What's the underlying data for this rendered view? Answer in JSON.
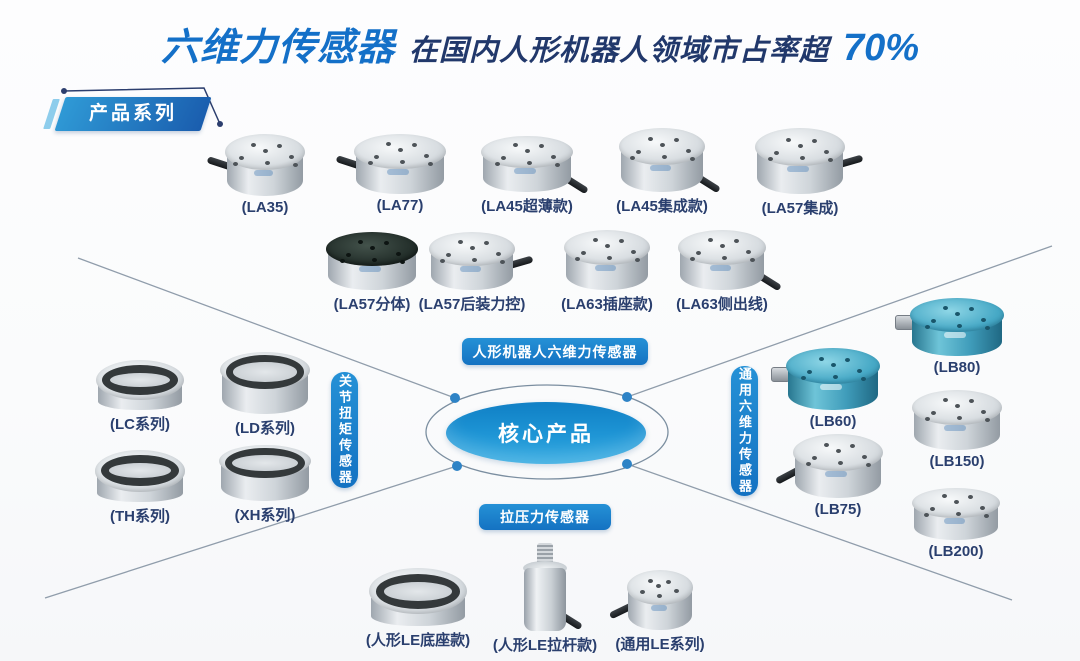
{
  "title": {
    "highlight": "六维力传感器",
    "rest": "在国内人形机器人领域市占率超",
    "percent": "70%"
  },
  "badge": "产品系列",
  "center": {
    "core": "核心产品"
  },
  "pills": {
    "humanoid": "人形机器人六维力传感器",
    "joint": "关节扭矩传感器",
    "general": "通用六维力传感器",
    "tension": "拉压力传感器"
  },
  "products": {
    "humanoid_row1": [
      "(LA35)",
      "(LA77)",
      "(LA45超薄款)",
      "(LA45集成款)",
      "(LA57集成)"
    ],
    "humanoid_row2": [
      "(LA57分体)",
      "(LA57后装力控)",
      "(LA63插座款)",
      "(LA63侧出线)"
    ],
    "joint": [
      "(LC系列)",
      "(LD系列)",
      "(TH系列)",
      "(XH系列)"
    ],
    "general": [
      "(LB60)",
      "(LB75)",
      "(LB80)",
      "(LB150)",
      "(LB200)"
    ],
    "tension": [
      "(人形LE底座款)",
      "(人形LE拉杆款)",
      "(通用LE系列)"
    ]
  },
  "colors": {
    "accent_blue": "#1470c8",
    "navy": "#21386b",
    "pill_blue": "#1b80cd",
    "sensor_teal": "#47a9c6"
  }
}
